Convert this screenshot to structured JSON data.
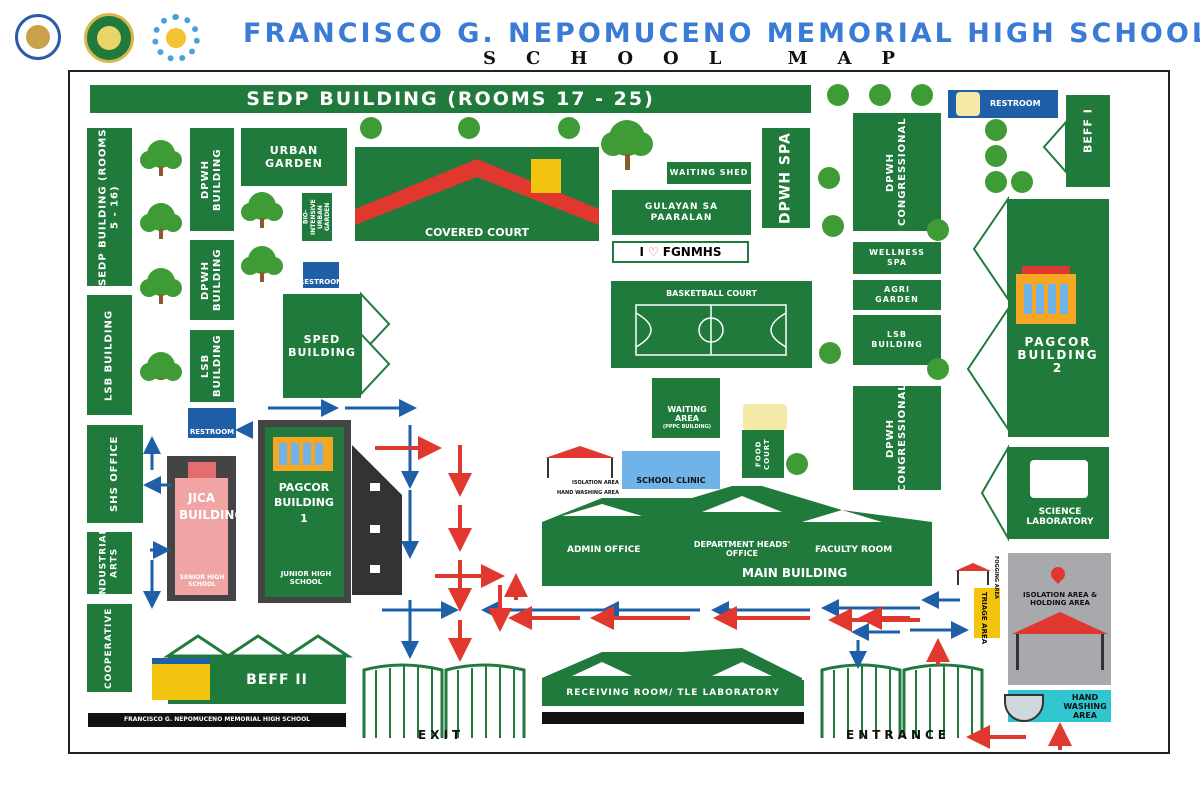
{
  "header": {
    "school_name": "FRANCISCO G. NEPOMUCENO MEMORIAL HIGH SCHOOL",
    "subtitle": "SCHOOL MAP"
  },
  "buildings": {
    "sedp_top": "SEDP BUILDING (ROOMS 17 - 25)",
    "sedp_left": "SEDP BUILDING (ROOMS 5 - 16)",
    "lsb_left": "LSB BUILDING",
    "shs_office": "SHS OFFICE",
    "industrial_arts": "INDUSTRIAL ARTS",
    "cooperative": "COOPERATIVE",
    "dpwh_1": "DPWH BUILDING",
    "dpwh_2": "DPWH BUILDING",
    "lsb_2": "LSB BUILDING",
    "urban_garden": "URBAN GARDEN",
    "bio_intensive": "BIO-INTENSIVE URBAN GARDEN",
    "sped": "SPED BUILDING",
    "covered_court": "COVERED COURT",
    "waiting_shed": "WAITING SHED",
    "gulayan": "GULAYAN SA PAARALAN",
    "i_love": "I",
    "fgnmhs": "FGNMHS",
    "basketball": "BASKETBALL COURT",
    "dpwh_spa": "DPWH SPA",
    "dpwh_congressional_1": "DPWH CONGRESSIONAL",
    "wellness_spa": "WELLNESS SPA",
    "agri_garden": "AGRI GARDEN",
    "lsb_right": "LSB BUILDING",
    "dpwh_congressional_2": "DPWH CONGRESSIONAL",
    "beff_1": "BEFF I",
    "pagcor_2": "PAGCOR BUILDING 2",
    "science_lab": "SCIENCE LABORATORY",
    "jica": "JICA BUILDING",
    "jica_sub": "SENIOR HIGH SCHOOL",
    "pagcor_1": "PAGCOR BUILDING 1",
    "pagcor_1_sub": "JUNIOR HIGH SCHOOL",
    "waiting_area": "WAITING AREA",
    "waiting_area_sub": "(PPPC BUILDING)",
    "food_court": "FOOD COURT",
    "school_clinic": "SCHOOL CLINIC",
    "isolation_small": "ISOLATION AREA",
    "handwashing_small": "HAND WASHING AREA",
    "admin_office": "ADMIN OFFICE",
    "dept_heads": "DEPARTMENT HEADS' OFFICE",
    "faculty_room": "FACULTY ROOM",
    "main_building": "MAIN BUILDING",
    "beff_2": "BEFF II",
    "receiving_room": "RECEIVING ROOM/ TLE LABORATORY",
    "triage_area": "TRIAGE AREA",
    "fogging_area": "FOGGING AREA",
    "isolation_big": "ISOLATION AREA & HOLDING AREA",
    "hand_washing_area": "HAND WASHING AREA",
    "restroom_top": "RESTROOM",
    "restroom_left": "RESTROOM",
    "restroom_small": "RESTROOM",
    "footer_school": "FRANCISCO G. NEPOMUCENO MEMORIAL HIGH SCHOOL",
    "exit": "EXIT",
    "entrance": "ENTRANCE"
  },
  "colors": {
    "building_green": "#1f7a3c",
    "title_blue": "#3a7bd5",
    "arrow_red": "#e0382e",
    "arrow_blue": "#1e5fa8",
    "isolation_gray": "#a7a9ac",
    "handwash_teal": "#2fc6d0"
  },
  "icons": [
    "deped-seal-icon",
    "school-seal-icon",
    "division-logo-icon",
    "tree-icon",
    "restroom-icon",
    "gate-icon",
    "tent-icon",
    "sink-icon",
    "location-pin-icon",
    "heart-icon"
  ]
}
